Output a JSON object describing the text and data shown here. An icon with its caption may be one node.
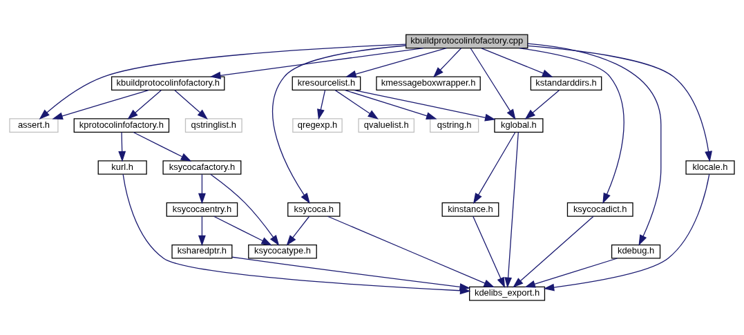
{
  "diagram": {
    "nodes": [
      {
        "text": [
          "kbuildprotocolinfofactory.cpp"
        ]
      },
      {
        "text": [
          "kbuildprotocolinfofactory.h"
        ]
      },
      {
        "text": [
          "assert.h"
        ]
      },
      {
        "text": [
          "kresourcelist.h"
        ]
      },
      {
        "text": [
          "kstandarddirs.h"
        ]
      },
      {
        "text": [
          "kmessageboxwrapper.h"
        ]
      },
      {
        "text": [
          "qstringlist.h"
        ]
      },
      {
        "text": [
          "kprotocolinfofactory.h"
        ]
      },
      {
        "text": [
          "qregexp.h"
        ]
      },
      {
        "text": [
          "qvaluelist.h"
        ]
      },
      {
        "text": [
          "qstring.h"
        ]
      },
      {
        "text": [
          "kglobal.h"
        ]
      },
      {
        "text": [
          "ksycocafactory.h"
        ]
      },
      {
        "text": [
          "ksycocadict.h"
        ]
      },
      {
        "text": [
          "kdebug.h"
        ]
      },
      {
        "text": [
          "klocale.h"
        ]
      },
      {
        "text": [
          "kurl.h"
        ]
      },
      {
        "text": [
          "ksycocaentry.h"
        ]
      },
      {
        "text": [
          "ksycoca.h"
        ]
      },
      {
        "text": [
          "ksharedptr.h"
        ]
      },
      {
        "text": [
          "ksycocatype.h"
        ]
      },
      {
        "text": [
          "kinstance.h"
        ]
      },
      {
        "text": [
          "kdelibs_export.h"
        ]
      }
    ],
    "edges": [
      {
        "from": 0,
        "to": 1,
        "arrow": "to"
      },
      {
        "from": 0,
        "to": 2,
        "arrow": "to"
      },
      {
        "from": 0,
        "to": 3,
        "arrow": "to"
      },
      {
        "from": 0,
        "to": 4,
        "arrow": "to"
      },
      {
        "from": 0,
        "to": 5,
        "arrow": "to"
      },
      {
        "from": 0,
        "to": 11,
        "arrow": "to"
      },
      {
        "from": 0,
        "to": 13,
        "arrow": "to"
      },
      {
        "from": 0,
        "to": 14,
        "arrow": "to"
      },
      {
        "from": 0,
        "to": 15,
        "arrow": "to"
      },
      {
        "from": 0,
        "to": 18,
        "arrow": "to"
      },
      {
        "from": 1,
        "to": 6,
        "arrow": "to"
      },
      {
        "from": 1,
        "to": 7,
        "arrow": "to"
      },
      {
        "from": 1,
        "to": 2,
        "arrow": "to"
      },
      {
        "from": 3,
        "to": 8,
        "arrow": "to"
      },
      {
        "from": 3,
        "to": 9,
        "arrow": "to"
      },
      {
        "from": 3,
        "to": 10,
        "arrow": "to"
      },
      {
        "from": 3,
        "to": 11,
        "arrow": "to"
      },
      {
        "from": 4,
        "to": 11,
        "arrow": "to"
      },
      {
        "from": 7,
        "to": 16,
        "arrow": "to"
      },
      {
        "from": 7,
        "to": 12,
        "arrow": "to"
      },
      {
        "from": 12,
        "to": 17,
        "arrow": "to"
      },
      {
        "from": 12,
        "to": 20,
        "arrow": "to"
      },
      {
        "from": 17,
        "to": 19,
        "arrow": "to"
      },
      {
        "from": 17,
        "to": 20,
        "arrow": "to"
      },
      {
        "from": 18,
        "to": 20,
        "arrow": "to"
      },
      {
        "from": 18,
        "to": 22,
        "arrow": "to"
      },
      {
        "from": 13,
        "to": 22,
        "arrow": "to"
      },
      {
        "from": 11,
        "to": 22,
        "arrow": "to"
      },
      {
        "from": 11,
        "to": 21,
        "arrow": "to"
      },
      {
        "from": 14,
        "to": 22,
        "arrow": "to"
      },
      {
        "from": 15,
        "to": 22,
        "arrow": "to"
      },
      {
        "from": 16,
        "to": 22,
        "arrow": "to"
      },
      {
        "from": 19,
        "to": 22,
        "arrow": "to"
      },
      {
        "from": 21,
        "to": 22,
        "arrow": "to"
      }
    ]
  }
}
